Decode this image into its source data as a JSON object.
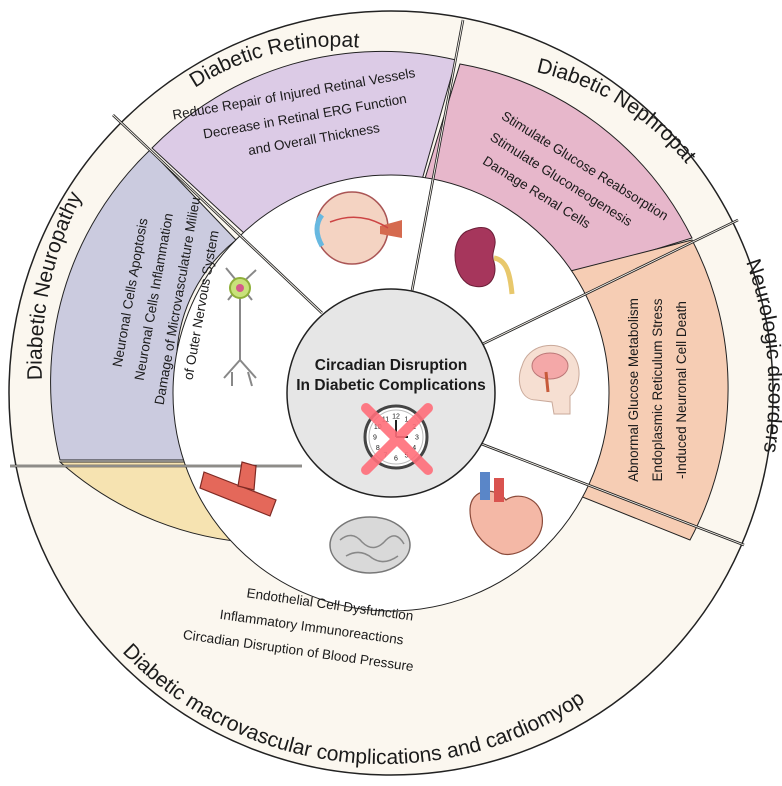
{
  "center": {
    "title_line1": "Circadian Disruption",
    "title_line2": "In Diabetic Complications"
  },
  "clock_numbers": [
    "12",
    "1",
    "2",
    "3",
    "4",
    "5",
    "6",
    "7",
    "8",
    "9",
    "10",
    "11"
  ],
  "segments": {
    "retinopathy": {
      "title": "Diabetic Retinopathy",
      "lines": [
        "Reduce Repair of Injured Retinal Vessels",
        "Decrease in Retinal ERG Function",
        "and Overall Thickness"
      ],
      "color": "#dccbe6"
    },
    "nephropathy": {
      "title": "Diabetic Nephropathy",
      "lines": [
        "Stimulate Glucose Reabsorption",
        "Stimulate Gluconeogenesis",
        "Damage Renal Cells"
      ],
      "color": "#e7b7cb"
    },
    "neurologic": {
      "title": "Neurologic disorders",
      "lines": [
        "Abnormal Glucose Metabolism",
        "Endoplasmic Reticulum Stress",
        "-Induced Neuronal Cell Death"
      ],
      "color": "#f6cdb4"
    },
    "macro": {
      "title": "Diabetic macrovascular complications and cardiomyopathy",
      "lines": [
        "Endothelial Cell Dysfunction",
        "Inflammatory Immunoreactions",
        "Circadian Disruption of Blood Pressure"
      ],
      "color": "#f6e3b1"
    },
    "neuropathy": {
      "title": "Diabetic Neuropathy",
      "lines": [
        "Neuronal Cells Apoptosis",
        "Neuronal Cells Inflammation",
        "Damage of Microvasculature Milieu",
        "of Outer Nervous System"
      ],
      "color": "#cbcbdf"
    }
  },
  "colors": {
    "outer_ring": "#fbf7ef",
    "inner_ring": "#ffffff",
    "center_disc": "#e6e6e6",
    "outline": "#222222",
    "cross": "#ff6e7a"
  }
}
